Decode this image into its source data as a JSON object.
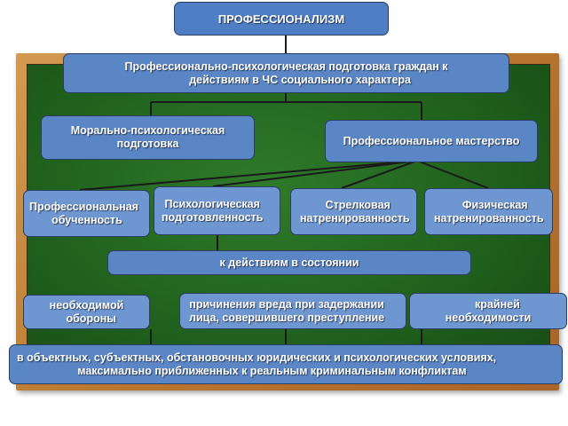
{
  "diagram": {
    "title": "ПРОФЕССИОНАЛИЗМ",
    "level1": "Профессионально-психологическая подготовка граждан к\n         действиям в ЧС социального характера",
    "branches": {
      "moral": "Морально-психологическая\nподготовка",
      "mastery": "Профессиональное мастерство"
    },
    "components": [
      "Профессиональная\n  обученность",
      "Психологическая\nподготовленность",
      "  Стрелковая\nнатренированность",
      "    Физическая\nнатренированность"
    ],
    "situation": "к действиям в состоянии",
    "conditions": [
      "необходимой\n   обороны",
      "причинения вреда при задержании\nлица, совершившего преступление",
      "      крайней\nнеобходимости"
    ],
    "footer": "в объектных, субъектных, обстановочных юридических и психологических условиях,\n          максимально приближенных к реальным криминальным конфликтам"
  },
  "colors": {
    "box": "#5b86c6",
    "border": "#2b3f63",
    "board": "#1f5f1c",
    "frame": "#b9772f",
    "text": "#ffffff"
  }
}
